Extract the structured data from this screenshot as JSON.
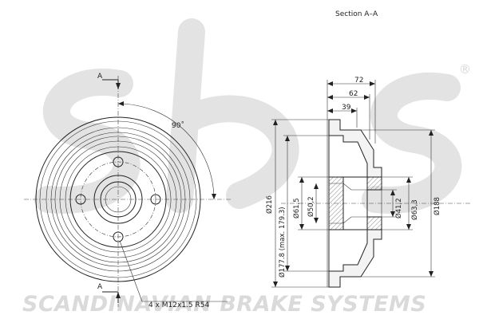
{
  "watermark": {
    "logo_letters": "sbs",
    "registered_mark": "®",
    "company_name": "SCANDINAVIAN BRAKE SYSTEMS"
  },
  "front_view": {
    "section_marker_top": "A",
    "section_marker_bottom": "A",
    "angle_label": "90˚",
    "bolt_callout": "4 x M12x1.5 R54"
  },
  "section_view": {
    "title": "Section A–A",
    "horizontal_dimensions": {
      "overall_width": "72",
      "hub_width": "62",
      "flange_offset": "39"
    },
    "vertical_dimensions": {
      "outer_diameter": "Ø216",
      "braking_diameter": "Ø177.8 (max. 179.3)",
      "bolt_recess_diameter": "Ø61,5",
      "bore_left": "Ø50,2",
      "bore_right": "Ø41,2",
      "hub_outer": "Ø63,3",
      "drum_outer": "Ø188"
    }
  },
  "colors": {
    "line": "#222222",
    "watermark": "#dadada"
  }
}
